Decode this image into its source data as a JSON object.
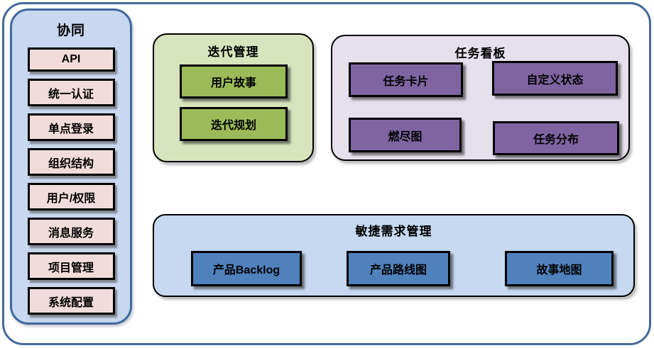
{
  "diagram": {
    "sidebar": {
      "title": "协同",
      "items": [
        "API",
        "统一认证",
        "单点登录",
        "组织结构",
        "用户/权限",
        "消息服务",
        "项目管理",
        "系统配置"
      ]
    },
    "iteration": {
      "title": "迭代管理",
      "items": [
        "用户故事",
        "迭代规划"
      ]
    },
    "kanban": {
      "title": "任务看板",
      "items": [
        "任务卡片",
        "自定义状态",
        "燃尽图",
        "任务分布"
      ]
    },
    "agile": {
      "title": "敏捷需求管理",
      "items": [
        "产品Backlog",
        "产品路线图",
        "故事地图"
      ]
    },
    "colors": {
      "outer_border": "#46699B",
      "sidebar_fill": "#C8D8F0",
      "sidebar_border": "#40679E",
      "sidebar_item_fill": "#F2DCDB",
      "iteration_fill": "#D7E4BD",
      "iteration_item_fill": "#9BBB59",
      "kanban_fill": "#E6E0ED",
      "kanban_item_fill": "#8064A2",
      "agile_fill": "#C6D9F1",
      "agile_item_fill": "#4F81BD"
    }
  }
}
